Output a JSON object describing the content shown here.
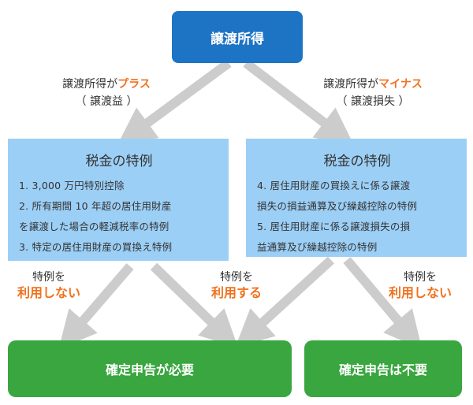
{
  "top": {
    "label": "譲渡所得"
  },
  "left_branch": {
    "prefix": "譲渡所得が",
    "highlight": "プラス",
    "sub": "（ 譲渡益 ）"
  },
  "right_branch": {
    "prefix": "譲渡所得が",
    "highlight": "マイナス",
    "sub": "（ 譲渡損失 ）"
  },
  "left_box": {
    "title": "税金の特例",
    "items": [
      "1. 3,000 万円特別控除",
      "2. 所有期間 10 年超の居住用財産",
      "を譲渡した場合の軽減税率の特例",
      "3. 特定の居住用財産の買換え特例"
    ]
  },
  "right_box": {
    "title": "税金の特例",
    "items": [
      "4. 居住用財産の買換えに係る譲渡",
      "損失の損益通算及び繰越控除の特例",
      "5. 居住用財産に係る譲渡損失の損",
      "益通算及び繰越控除の特例"
    ]
  },
  "labels": {
    "left_not_use": {
      "line1": "特例を",
      "line2": "利用しない"
    },
    "left_use": {
      "line1": "特例を",
      "line2": "利用する"
    },
    "right_not_use": {
      "line1": "特例を",
      "line2": "利用しない"
    }
  },
  "results": {
    "left": "確定申告が必要",
    "right": "確定申告は不要"
  },
  "colors": {
    "top_box": "#1e74c4",
    "spec_box": "#9ccff6",
    "result_box": "#3aa640",
    "highlight": "#f0721f",
    "arrow": "#cccccc"
  }
}
